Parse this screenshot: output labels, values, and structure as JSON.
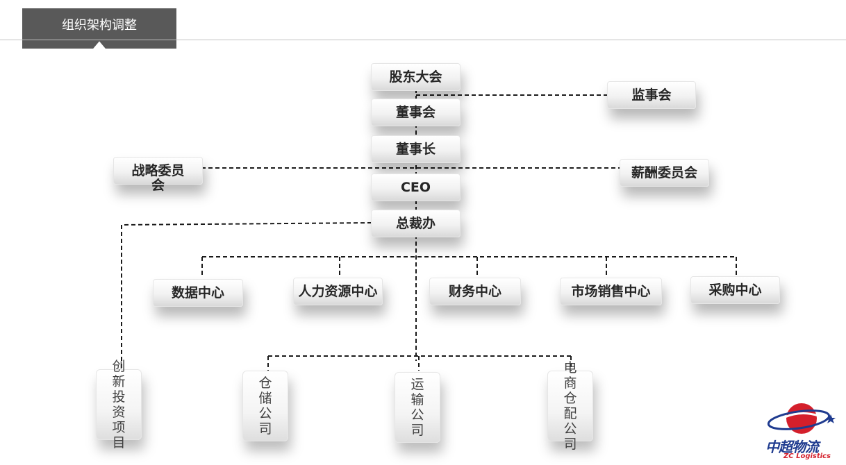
{
  "header": {
    "title": "组织架构调整"
  },
  "nodes": {
    "shareholders": "股东大会",
    "supervisors": "监事会",
    "board": "董事会",
    "chairman": "董事长",
    "strategy": "战略委员会",
    "compensation": "薪酬委员会",
    "ceo": "CEO",
    "president_office": "总裁办"
  },
  "centers": [
    "数据中心",
    "人力资源中心",
    "财务中心",
    "市场销售中心",
    "采购中心"
  ],
  "companies": [
    "创新投资项目",
    "仓储公司",
    "运输公司",
    "电商仓配公司"
  ],
  "logo": {
    "text": "中超物流",
    "subtitle": "ZC Logistics",
    "colors": [
      "#d41f2b",
      "#1f3b8f"
    ]
  }
}
